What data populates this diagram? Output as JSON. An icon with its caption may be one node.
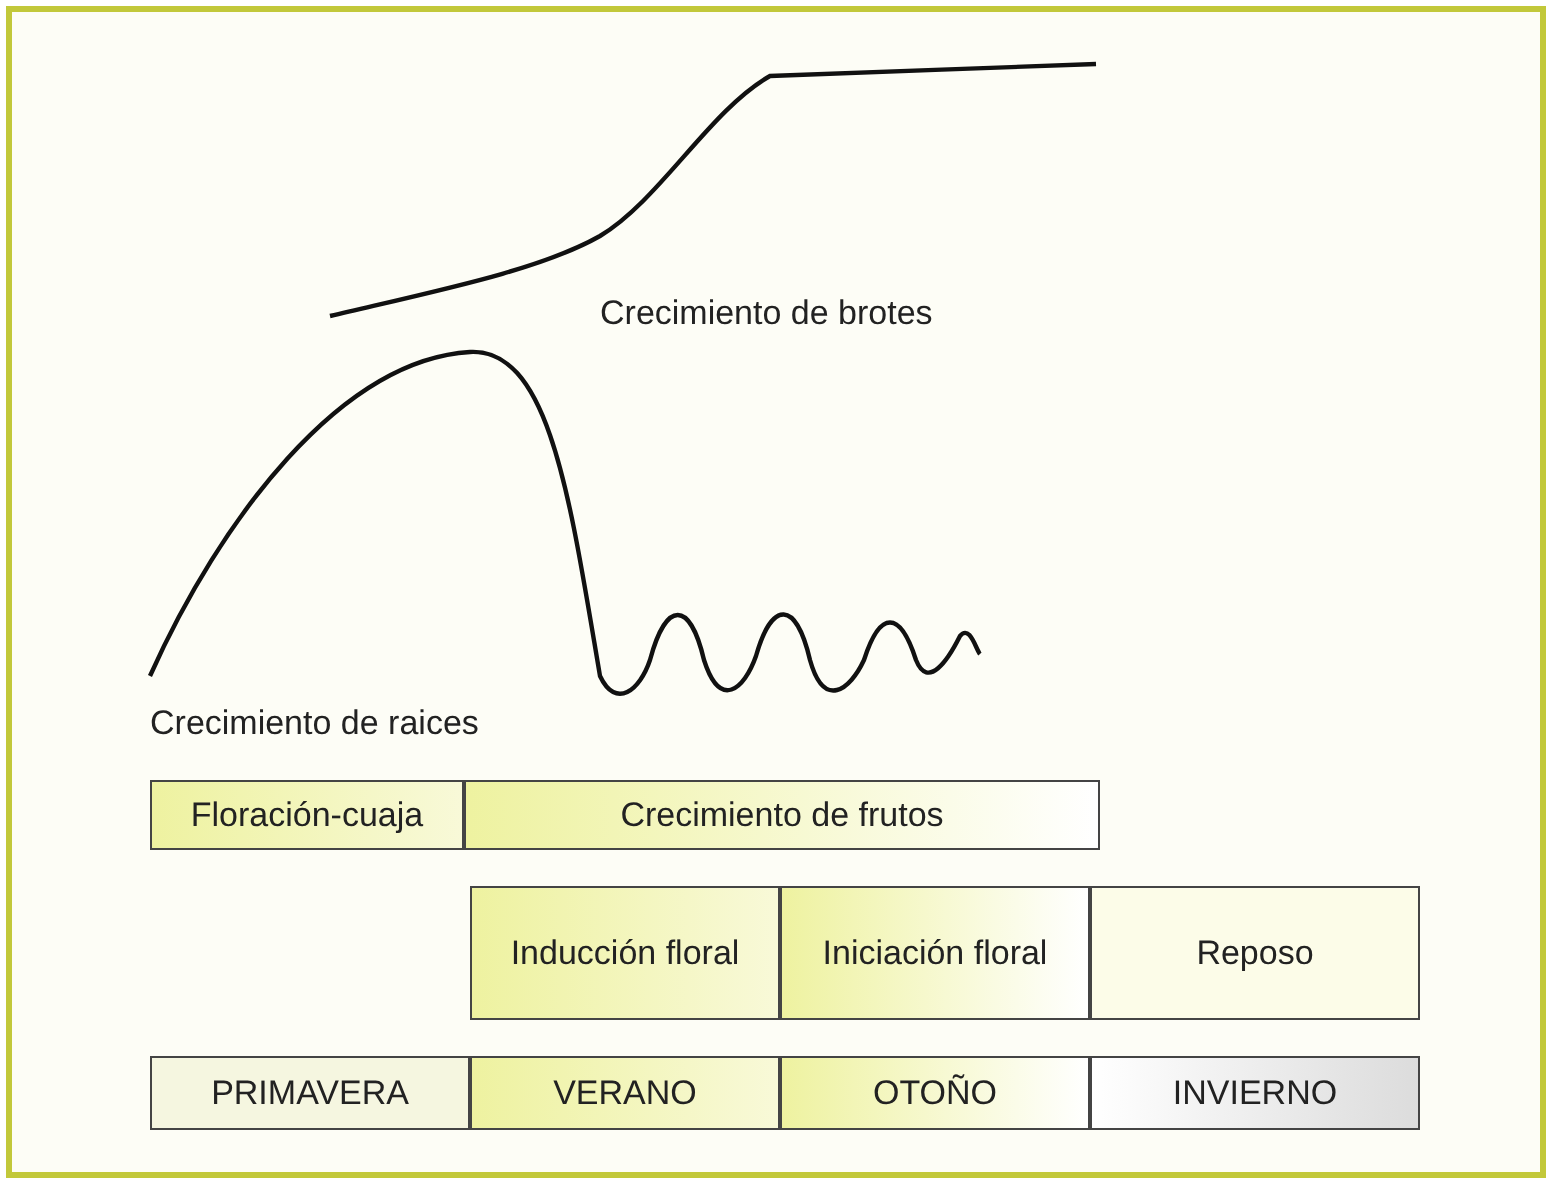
{
  "diagram": {
    "nodes": [
      {
        "text": [
          "Floración-cuaja"
        ]
      },
      {
        "text": [
          "Crecimiento de frutos"
        ]
      },
      {
        "text": [
          "Inducción floral"
        ]
      },
      {
        "text": [
          "Iniciación floral"
        ]
      },
      {
        "text": [
          "Reposo"
        ]
      },
      {
        "text": [
          "PRIMAVERA"
        ]
      },
      {
        "text": [
          "VERANO"
        ]
      },
      {
        "text": [
          "OTOÑO"
        ]
      },
      {
        "text": [
          "INVIERNO"
        ]
      }
    ],
    "edges": [],
    "labels": [
      "Crecimiento de brotes",
      "Crecimiento de raices"
    ]
  }
}
